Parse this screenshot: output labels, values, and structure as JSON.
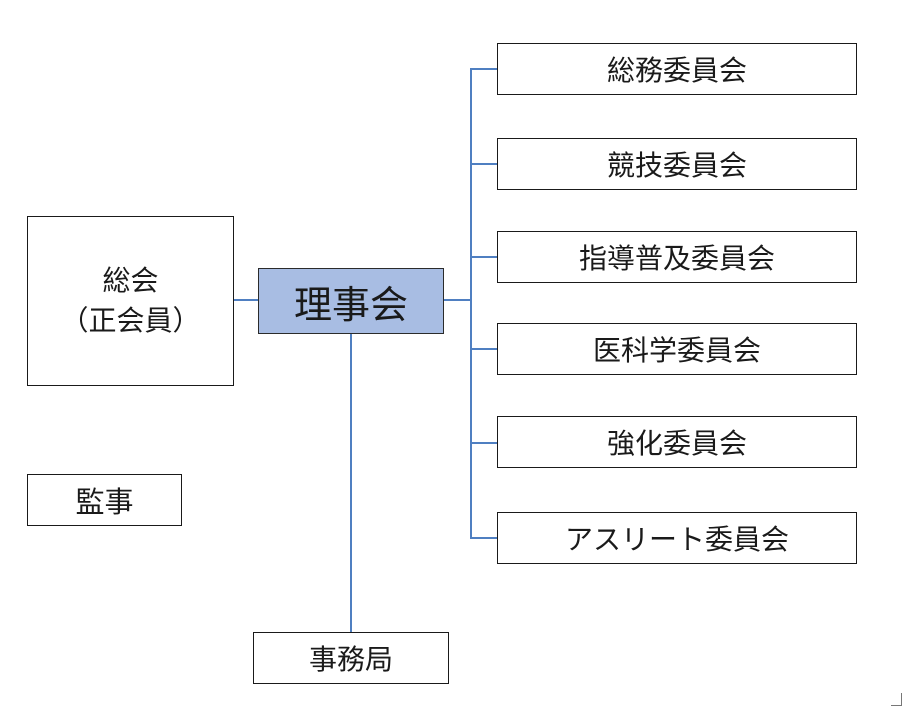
{
  "accent_color": "#4f7fc1",
  "board_fill": "#a8bde3",
  "nodes": {
    "assembly_line1": "総会",
    "assembly_line2": "（正会員）",
    "board": "理事会",
    "auditor": "監事",
    "secretariat": "事務局"
  },
  "committees": [
    "総務委員会",
    "競技委員会",
    "指導普及委員会",
    "医科学委員会",
    "強化委員会",
    "アスリート委員会"
  ]
}
